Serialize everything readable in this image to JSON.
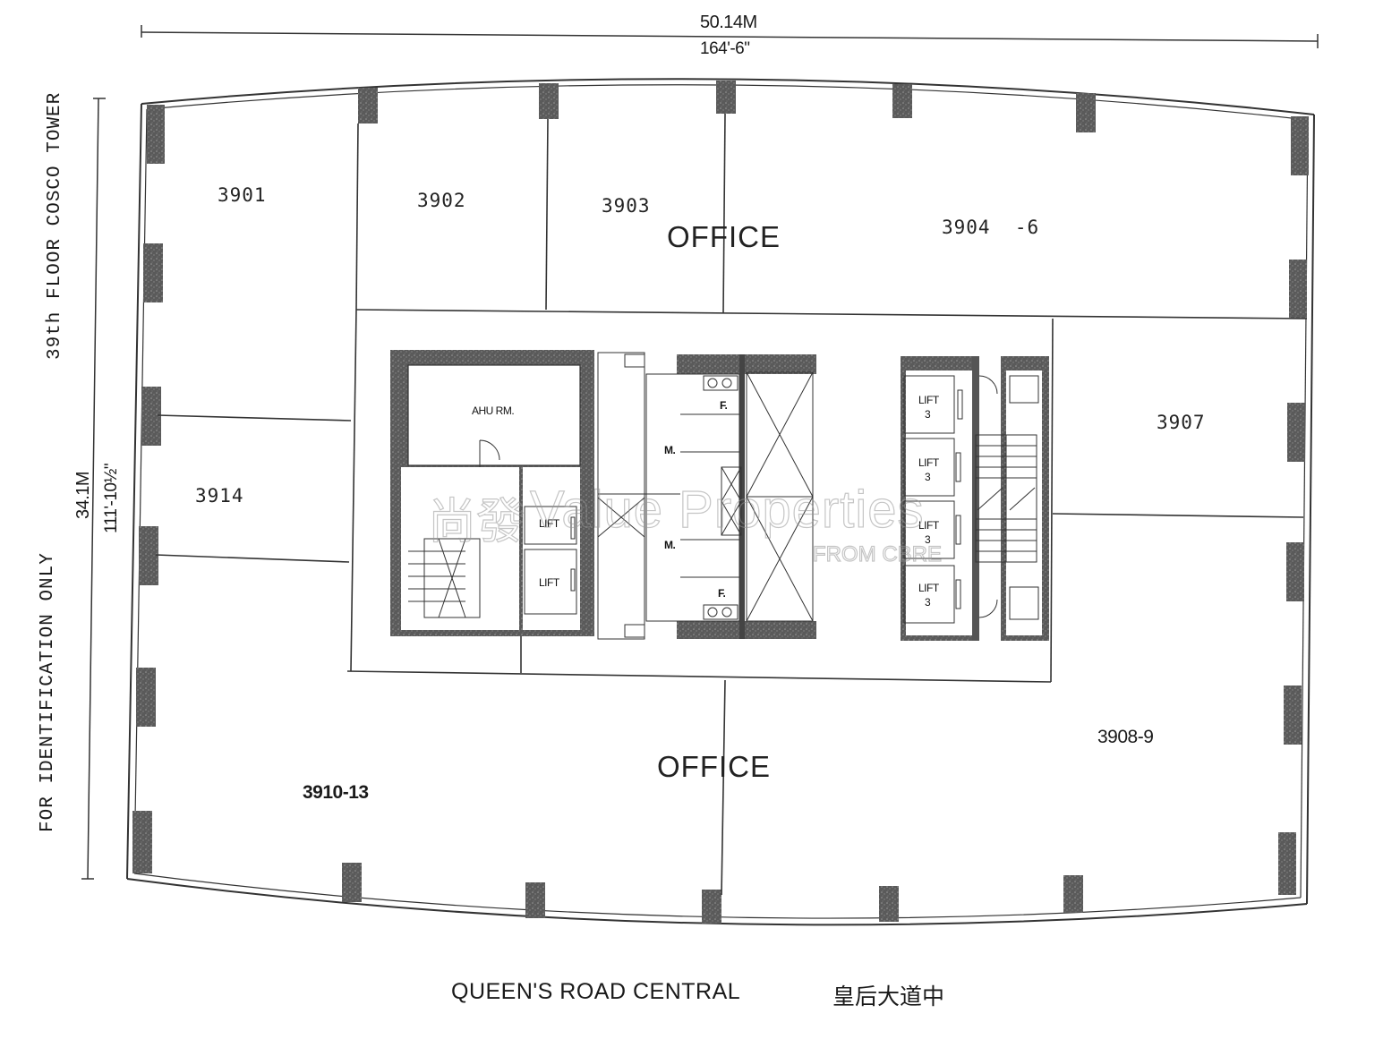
{
  "drawing": {
    "title": "39th FLOOR COSCO TOWER",
    "disclaimer": "FOR IDENTIFICATION ONLY",
    "street": "QUEEN'S ROAD CENTRAL",
    "street_chinese": "皇后大道中"
  },
  "dimensions": {
    "width_metric": "50.14M",
    "width_imperial": "164'-6\"",
    "depth_metric": "34.1M",
    "depth_imperial": "111'-10½\""
  },
  "units": [
    {
      "id": "3901",
      "label": "3901"
    },
    {
      "id": "3902",
      "label": "3902"
    },
    {
      "id": "3903",
      "label": "3903"
    },
    {
      "id": "3904-6",
      "label": "3904  -6"
    },
    {
      "id": "3907",
      "label": "3907"
    },
    {
      "id": "3908-9",
      "label": "3908-9"
    },
    {
      "id": "3910-13",
      "label": "3910-13"
    },
    {
      "id": "3914",
      "label": "3914"
    }
  ],
  "zones": {
    "office_north": "OFFICE",
    "office_south": "OFFICE"
  },
  "core": {
    "ahu_room": "AHU RM.",
    "lift_label": "LIFT",
    "lift_bank_number": "3",
    "toilet_female": "F.",
    "toilet_male": "M.",
    "west_lifts": [
      "LIFT",
      "LIFT"
    ],
    "east_lifts": [
      {
        "label": "LIFT",
        "bank": "3"
      },
      {
        "label": "LIFT",
        "bank": "3"
      },
      {
        "label": "LIFT",
        "bank": "3"
      },
      {
        "label": "LIFT",
        "bank": "3"
      }
    ]
  },
  "watermark": {
    "chinese": "尚發",
    "brand": "Value Properties",
    "sub": "FROM CBRE"
  }
}
